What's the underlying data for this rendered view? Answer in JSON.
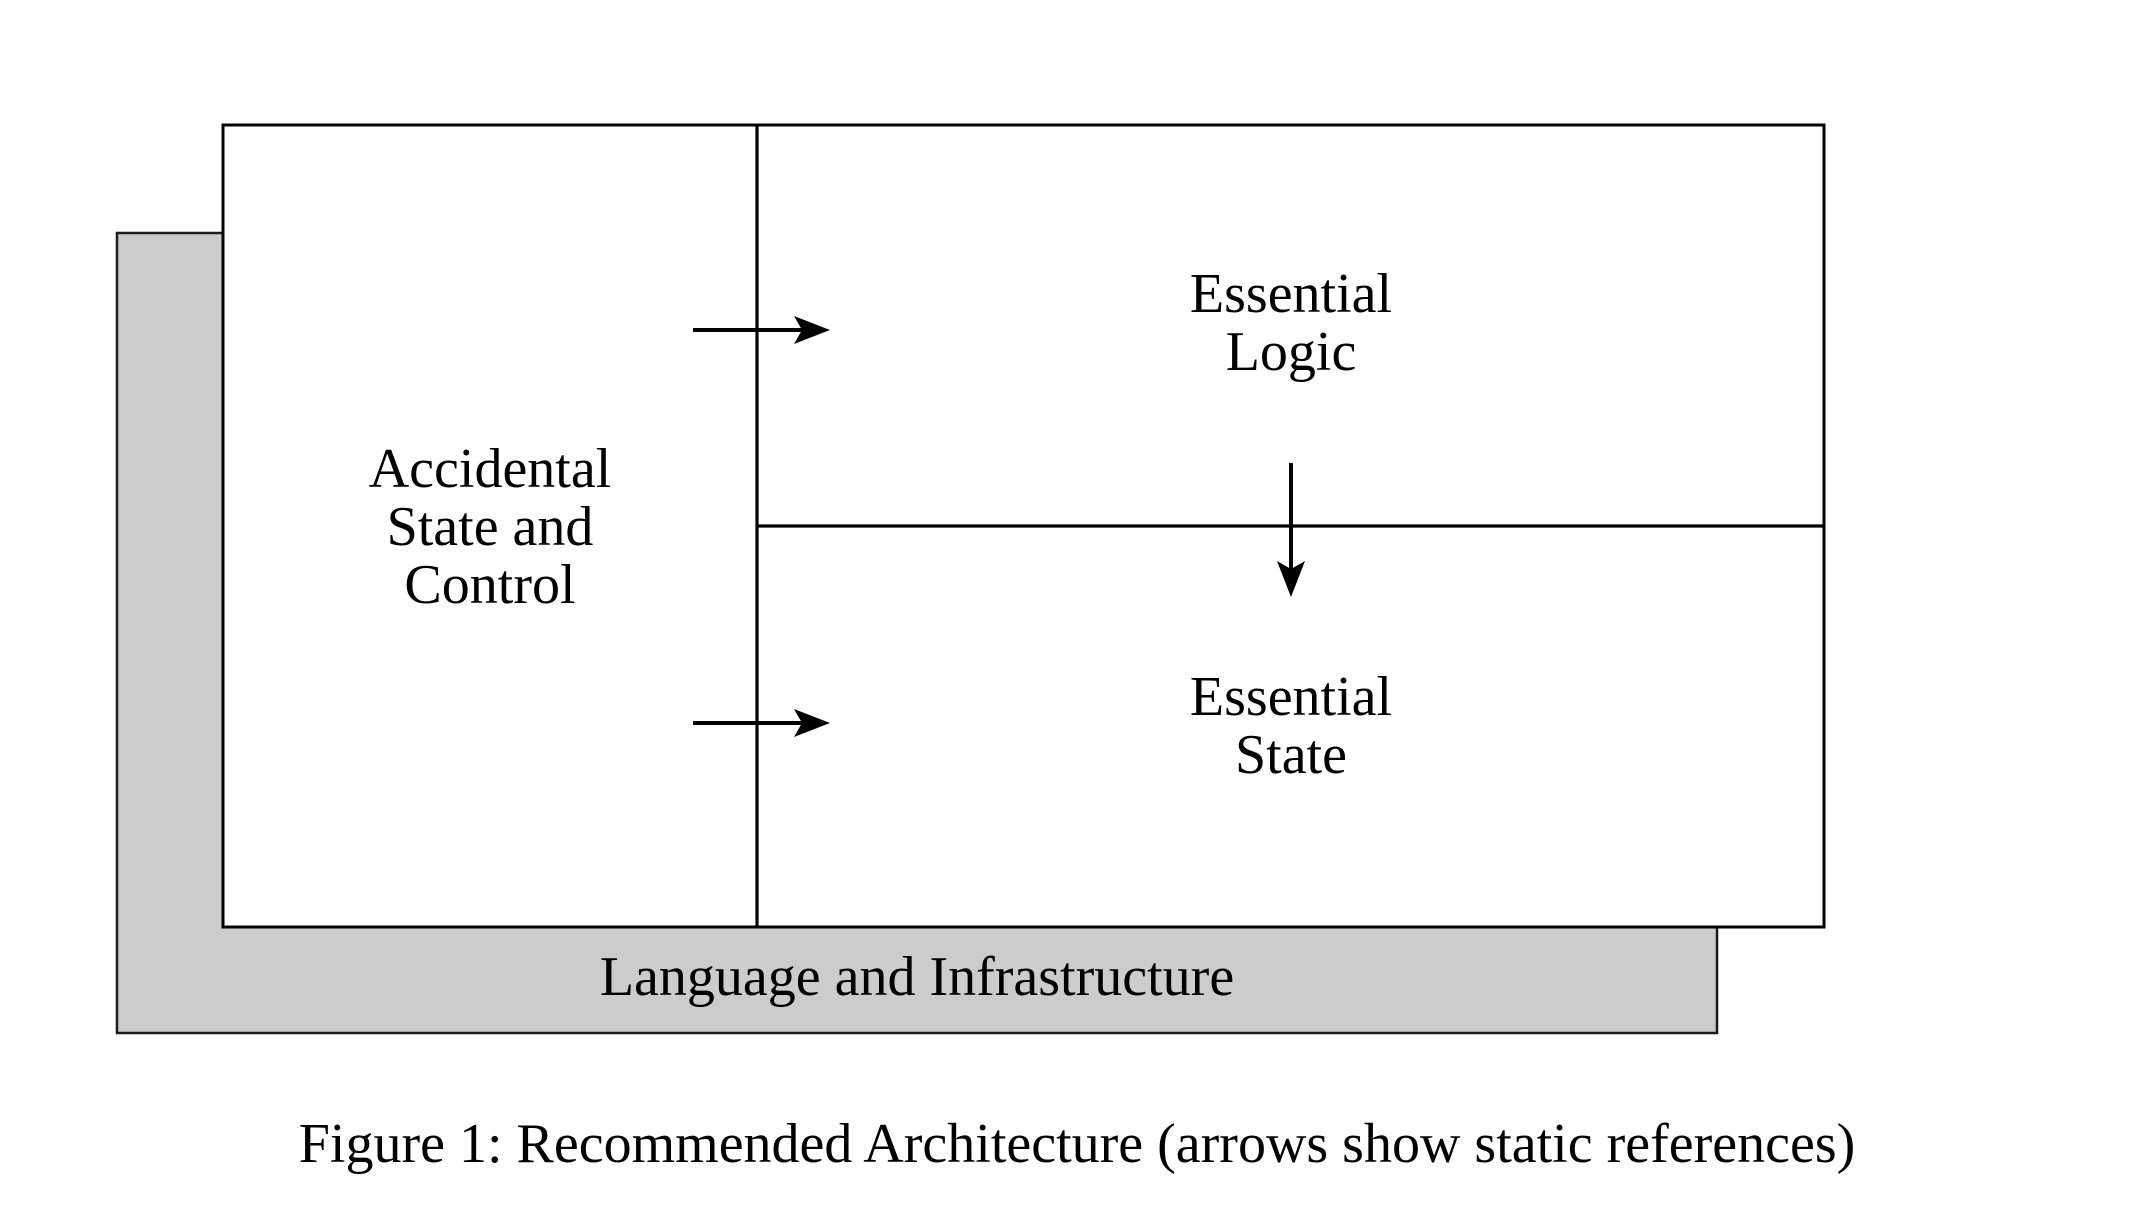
{
  "figure": {
    "caption": "Figure 1: Recommended Architecture (arrows show static references)"
  },
  "labels": {
    "accidental": {
      "lines": [
        "Accidental",
        "State and",
        "Control"
      ]
    },
    "essential_logic": {
      "lines": [
        "Essential",
        "Logic"
      ]
    },
    "essential_state": {
      "lines": [
        "Essential",
        "State"
      ]
    },
    "infrastructure": {
      "text": "Language and Infrastructure"
    }
  },
  "arrows": [
    {
      "name": "accidental-to-essential-logic",
      "direction": "right"
    },
    {
      "name": "accidental-to-essential-state",
      "direction": "right"
    },
    {
      "name": "essential-logic-to-essential-state",
      "direction": "down"
    }
  ],
  "colors": {
    "page_background": "#ffffff",
    "panel_gray": "#cccccc",
    "panel_white": "#ffffff",
    "line": "#000000"
  }
}
